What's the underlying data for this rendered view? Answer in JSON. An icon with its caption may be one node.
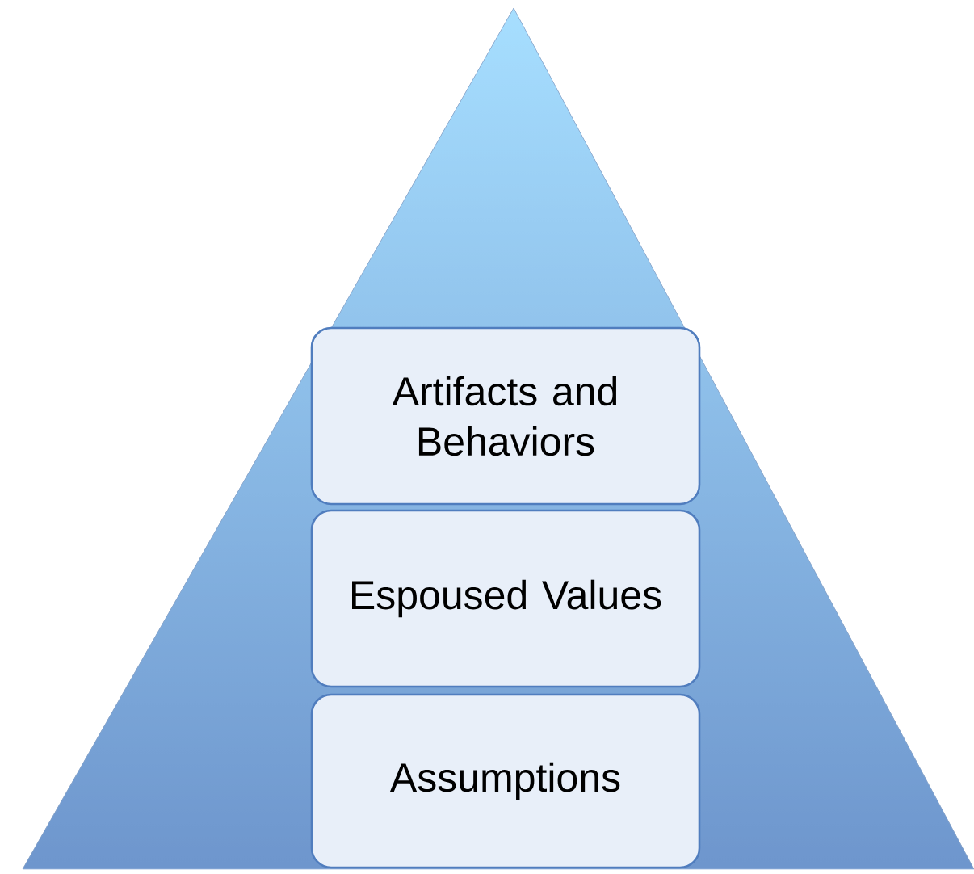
{
  "diagram": {
    "nodes": [
      {
        "text": [
          "Artifacts and Behaviors"
        ]
      },
      {
        "text": [
          "Espoused Values"
        ]
      },
      {
        "text": [
          "Assumptions"
        ]
      }
    ]
  }
}
